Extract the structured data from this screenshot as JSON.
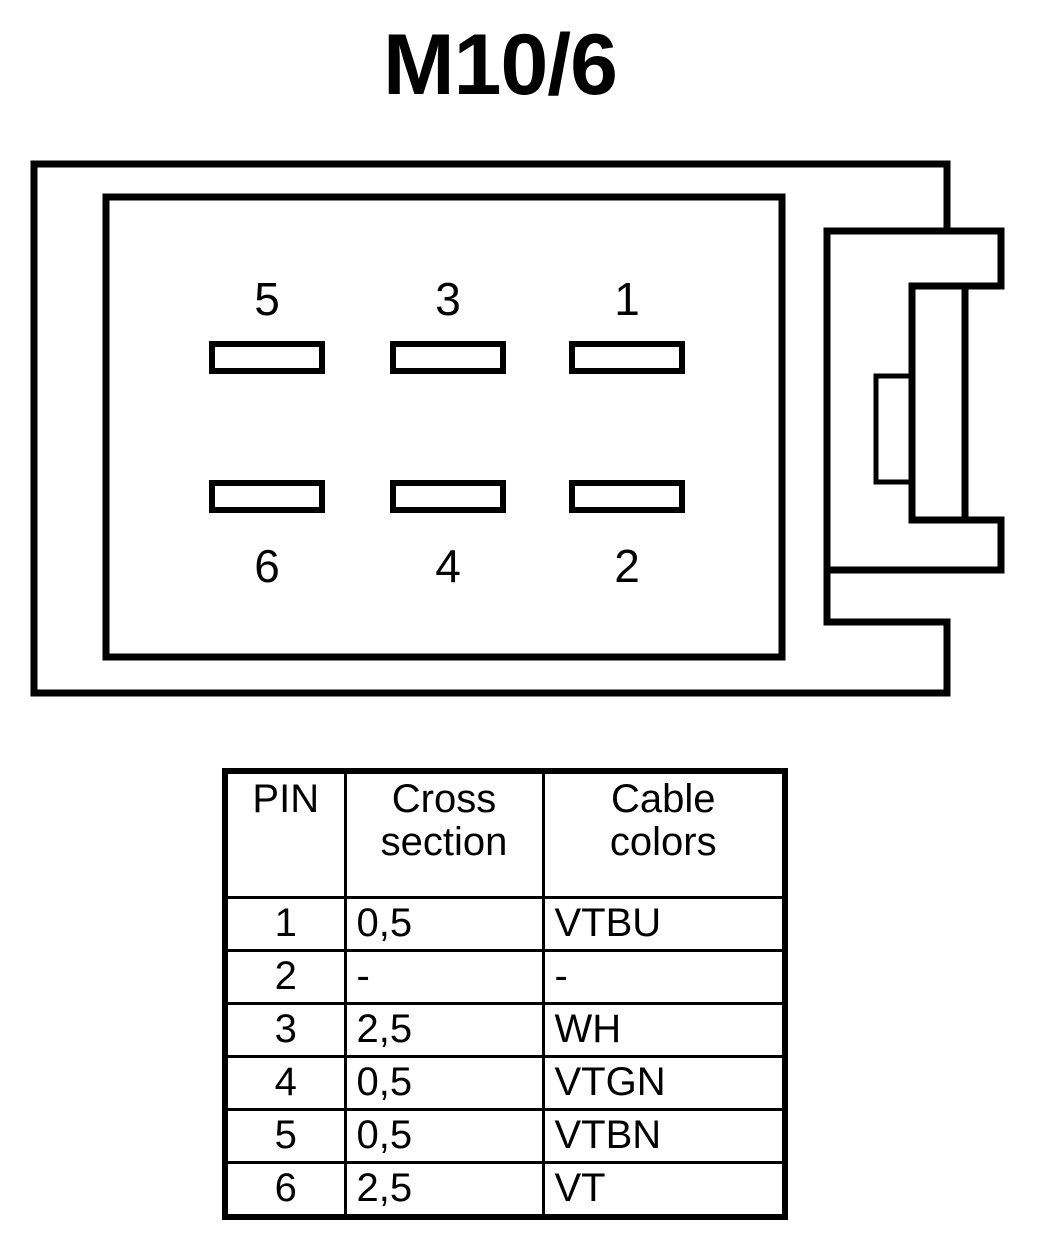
{
  "title": "M10/6",
  "connector": {
    "name": "6-way connector pinout",
    "pin_labels_top": [
      "5",
      "3",
      "1"
    ],
    "pin_labels_bottom": [
      "6",
      "4",
      "2"
    ],
    "stroke_color": "#000000",
    "fill_color": "#ffffff"
  },
  "table": {
    "headers": {
      "pin": "PIN",
      "cross_line1": "Cross",
      "cross_line2": "section",
      "colors_line1": "Cable",
      "colors_line2": "colors"
    },
    "rows": [
      {
        "pin": "1",
        "cross_section": "0,5",
        "cable_colors": "VTBU"
      },
      {
        "pin": "2",
        "cross_section": "-",
        "cable_colors": "-"
      },
      {
        "pin": "3",
        "cross_section": "2,5",
        "cable_colors": "WH"
      },
      {
        "pin": "4",
        "cross_section": "0,5",
        "cable_colors": "VTGN"
      },
      {
        "pin": "5",
        "cross_section": "0,5",
        "cable_colors": "VTBN"
      },
      {
        "pin": "6",
        "cross_section": "2,5",
        "cable_colors": "VT"
      }
    ]
  }
}
